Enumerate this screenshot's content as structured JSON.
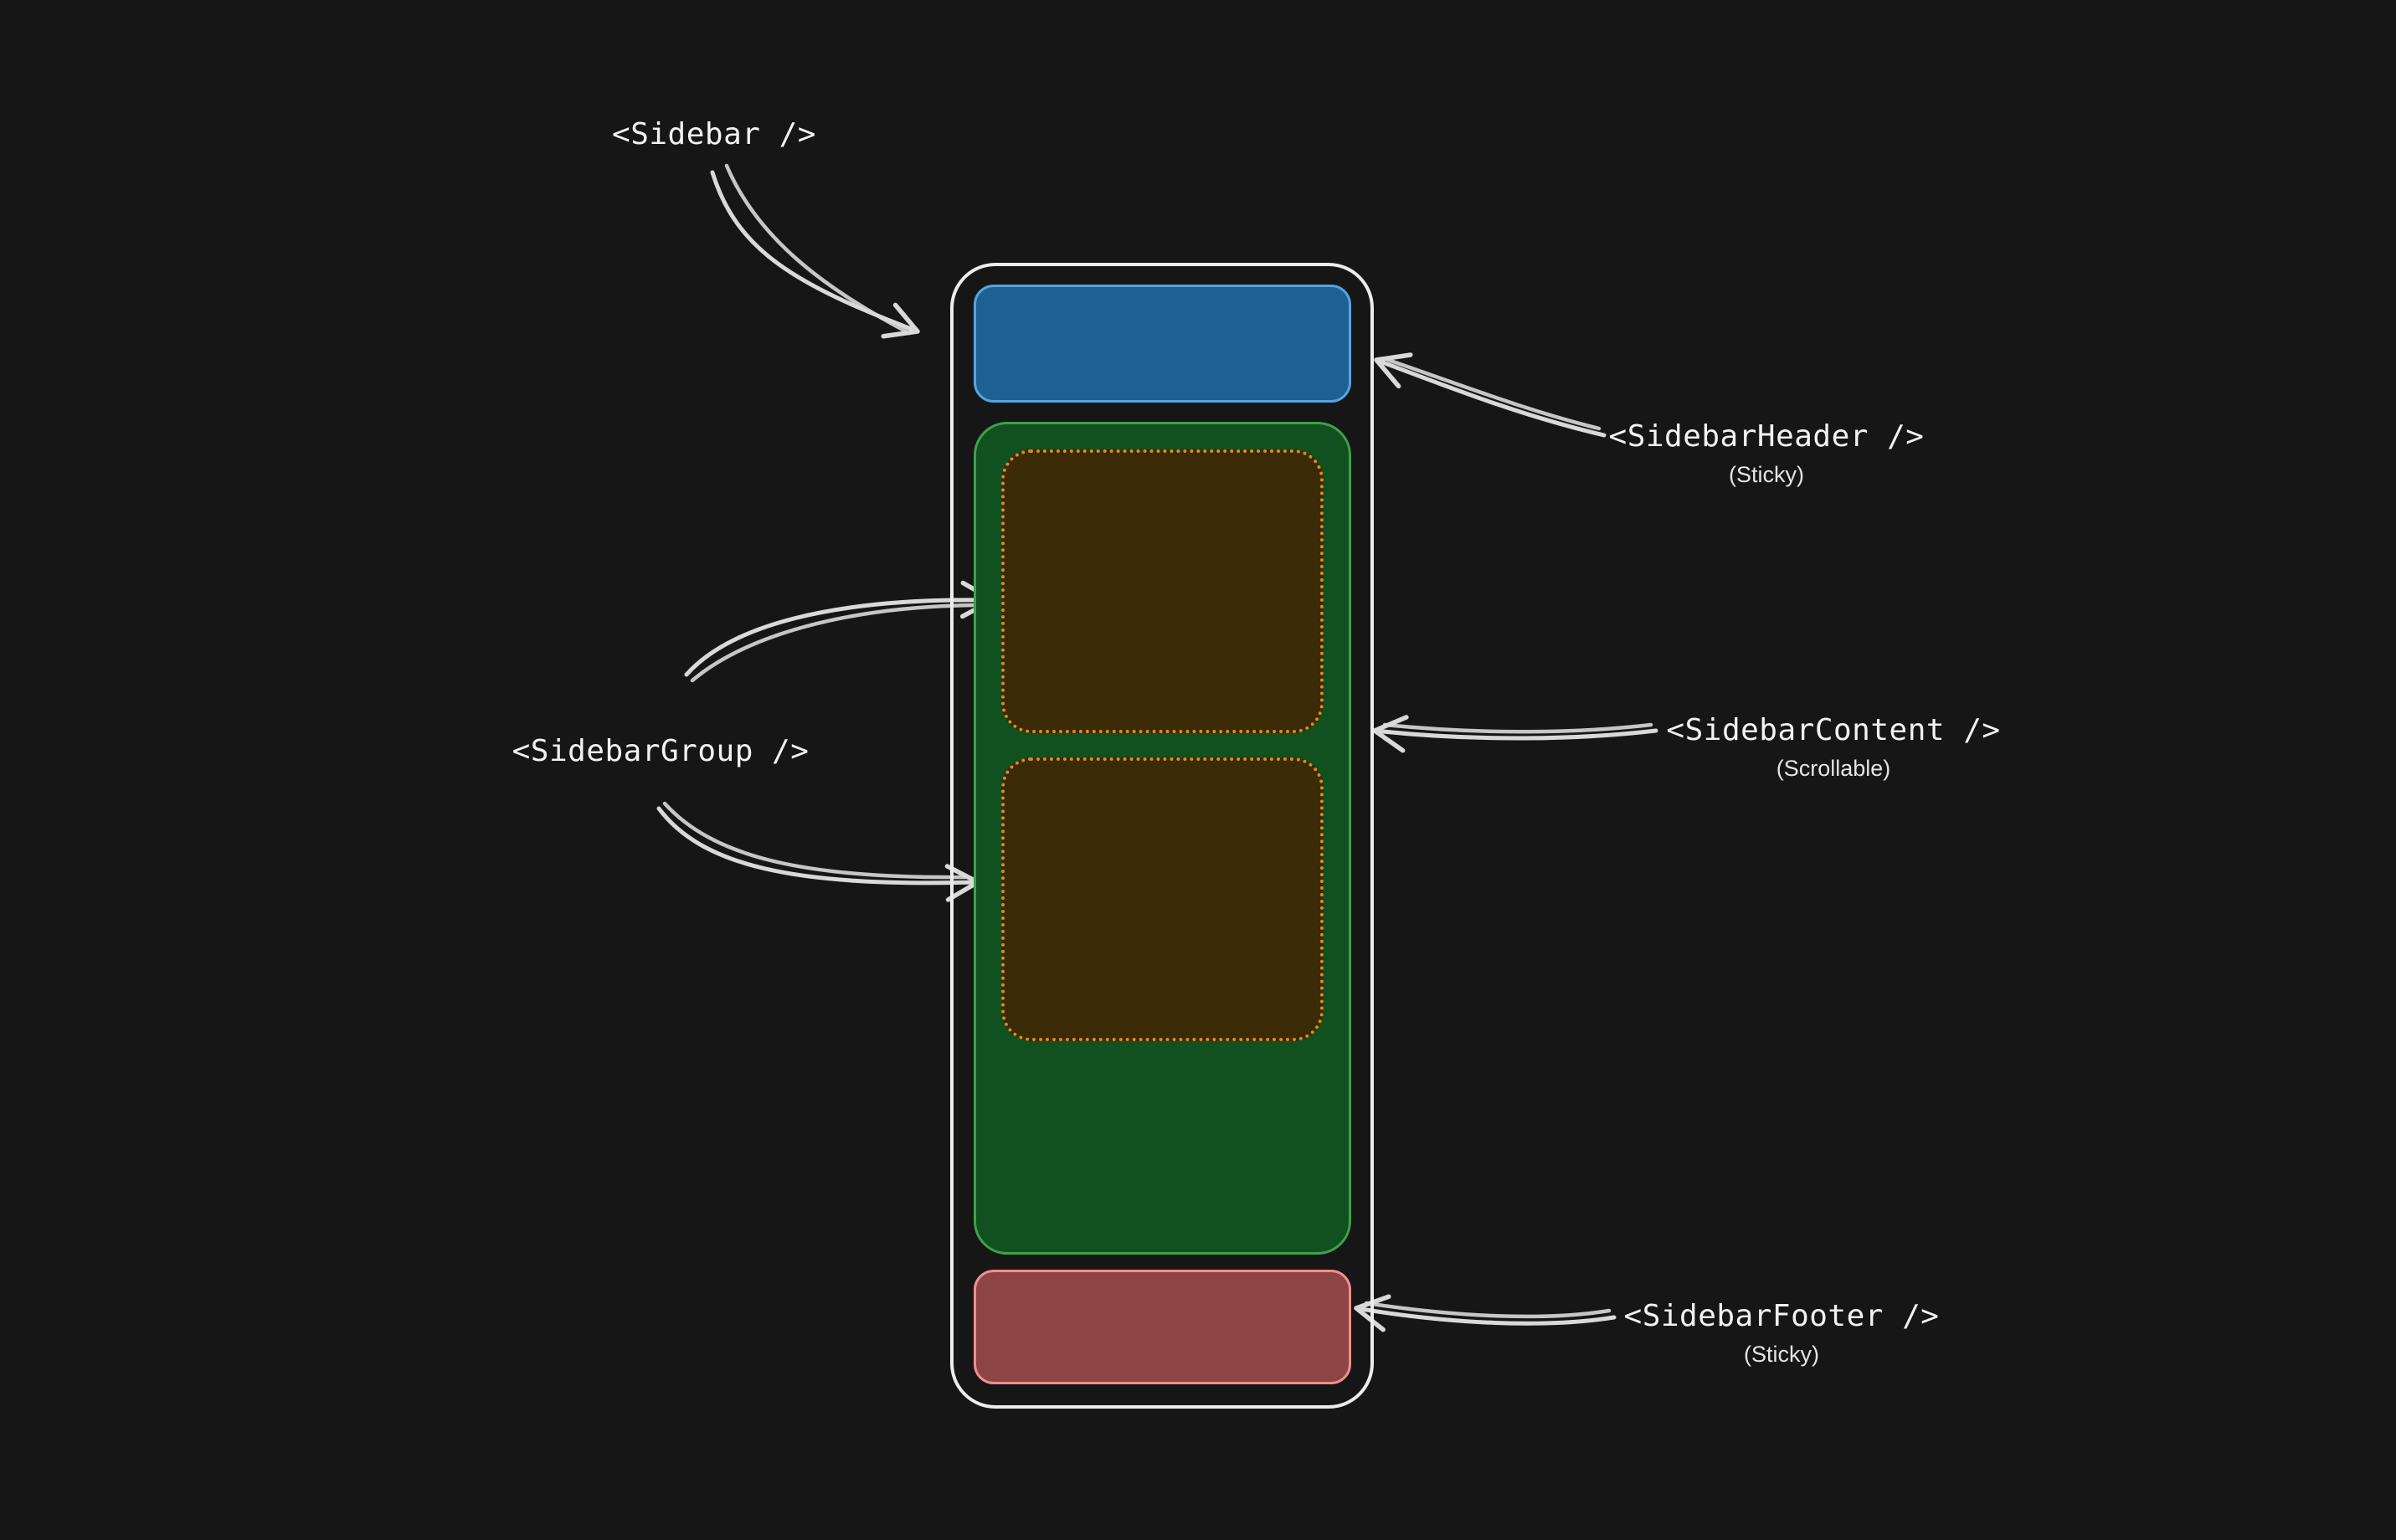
{
  "diagram": {
    "labels": {
      "sidebar": "<Sidebar />",
      "header": "<SidebarHeader />",
      "header_note": "(Sticky)",
      "group": "<SidebarGroup />",
      "content": "<SidebarContent />",
      "content_note": "(Scrollable)",
      "footer": "<SidebarFooter />",
      "footer_note": "(Sticky)"
    },
    "colors": {
      "background": "#161616",
      "outline": "#ececec",
      "header_fill": "#1e5f94",
      "header_border": "#55a4dd",
      "content_fill": "#11501f",
      "content_border": "#3da14b",
      "group_fill": "#3b2a06",
      "group_border": "#dd8b20",
      "footer_fill": "#8c4444",
      "footer_border": "#ef8e8e",
      "arrow": "#d9d9d9",
      "text": "#f2f2f2",
      "note_text": "#e4e4e4"
    }
  }
}
